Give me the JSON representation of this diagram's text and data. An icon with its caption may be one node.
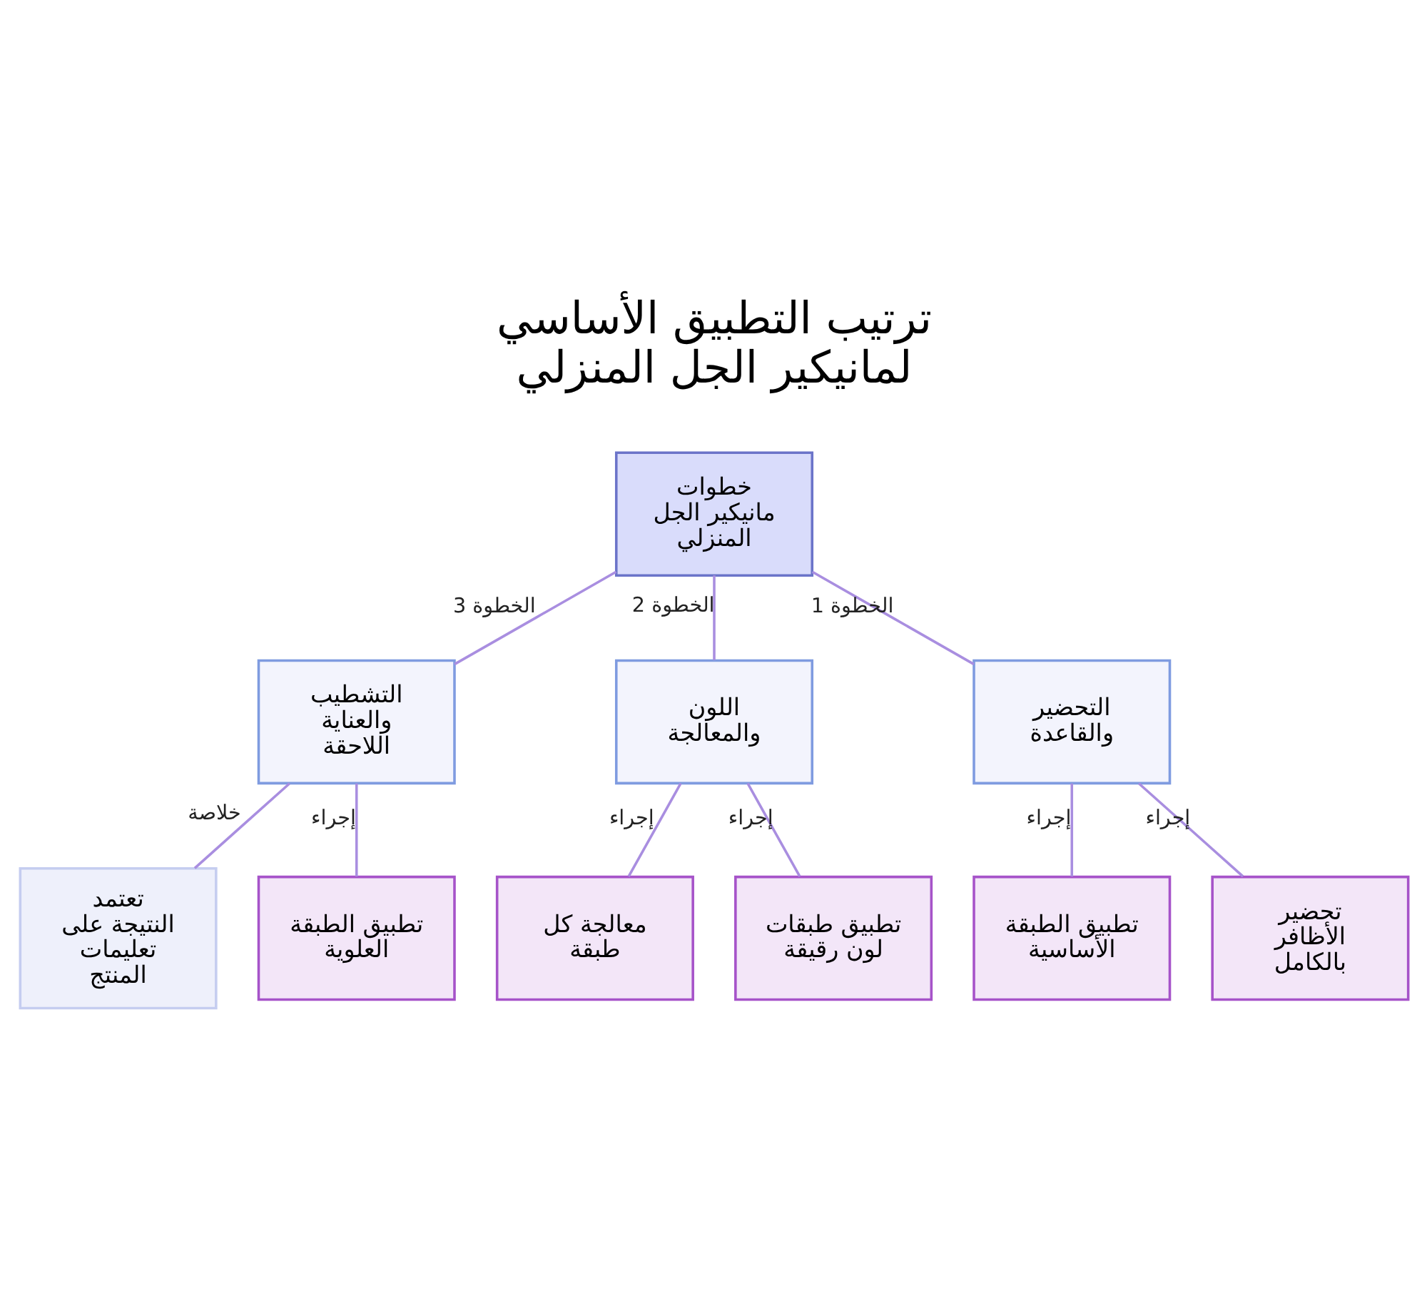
{
  "diagram": {
    "title": "ترتيب التطبيق الأساسي لمانيكير الجل المنزلي",
    "nodes": [
      {
        "text": [
          "خطوات مانيكير الجل المنزلي"
        ]
      },
      {
        "text": [
          "التحضير والقاعدة"
        ]
      },
      {
        "text": [
          "اللون والمعالجة"
        ]
      },
      {
        "text": [
          "التشطيب والعناية اللاحقة"
        ]
      },
      {
        "text": [
          "تحضير الأظافر بالكامل"
        ]
      },
      {
        "text": [
          "تطبيق الطبقة الأساسية"
        ]
      },
      {
        "text": [
          "تطبيق طبقات لون رقيقة"
        ]
      },
      {
        "text": [
          "معالجة كل طبقة"
        ]
      },
      {
        "text": [
          "تطبيق الطبقة العلوية"
        ]
      },
      {
        "text": [
          "تعتمد النتيجة على تعليمات المنتج"
        ]
      }
    ],
    "edges": [
      {
        "from": 0,
        "to": 1,
        "arrow": "none",
        "label": "الخطوة 1"
      },
      {
        "from": 0,
        "to": 2,
        "arrow": "none",
        "label": "الخطوة 2"
      },
      {
        "from": 0,
        "to": 3,
        "arrow": "none",
        "label": "الخطوة 3"
      },
      {
        "from": 1,
        "to": 4,
        "arrow": "none",
        "label": "إجراء"
      },
      {
        "from": 1,
        "to": 5,
        "arrow": "none",
        "label": "إجراء"
      },
      {
        "from": 2,
        "to": 6,
        "arrow": "none",
        "label": "إجراء"
      },
      {
        "from": 2,
        "to": 7,
        "arrow": "none",
        "label": "إجراء"
      },
      {
        "from": 3,
        "to": 8,
        "arrow": "none",
        "label": "إجراء"
      },
      {
        "from": 3,
        "to": 9,
        "arrow": "none",
        "label": "خلاصة"
      }
    ]
  }
}
